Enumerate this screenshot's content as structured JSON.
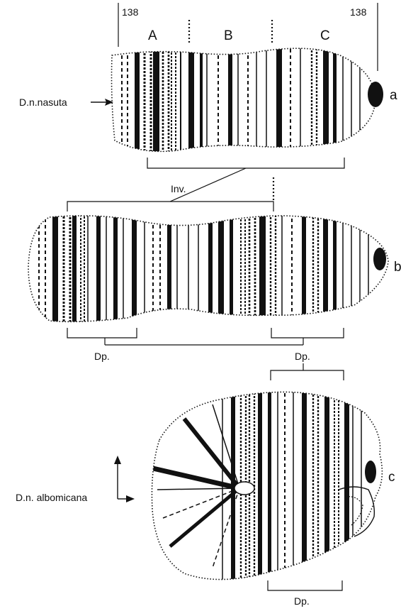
{
  "markers": {
    "left": "138",
    "right": "138"
  },
  "sections": {
    "a": "A",
    "b": "B",
    "c": "C"
  },
  "species": {
    "top": "D.n.nasuta",
    "bottom": "D.n. albomicana"
  },
  "panels": {
    "a": "a",
    "b": "b",
    "c": "c"
  },
  "annotations": {
    "inversion": "Inv.",
    "dp_b_left": "Dp.",
    "dp_b_right": "Dp.",
    "dp_c_bottom": "Dp."
  },
  "colors": {
    "ink": "#111111",
    "background": "#ffffff"
  }
}
